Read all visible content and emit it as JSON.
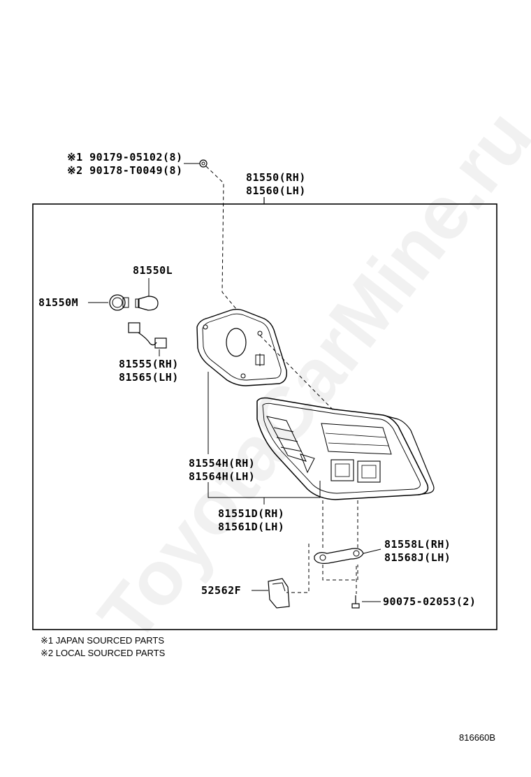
{
  "parts": {
    "bolt_japan": "※1 90179-05102(8)",
    "bolt_local": "※2 90178-T0049(8)",
    "lamp_assy_rh": "81550(RH)",
    "lamp_assy_lh": "81560(LH)",
    "bulb": "81550L",
    "socket": "81550M",
    "wire_rh": "81555(RH)",
    "wire_lh": "81565(LH)",
    "gasket_rh": "81554H(RH)",
    "gasket_lh": "81564H(LH)",
    "lens_rh": "81551D(RH)",
    "lens_lh": "81561D(LH)",
    "bracket_rh": "81558L(RH)",
    "bracket_lh": "81568J(LH)",
    "clip": "52562F",
    "screw": "90075-02053(2)"
  },
  "notes": {
    "japan": "※1 JAPAN SOURCED PARTS",
    "local": "※2 LOCAL SOURCED PARTS"
  },
  "diagram_code": "816660B",
  "watermark": "ToyotaCarMine.ru"
}
